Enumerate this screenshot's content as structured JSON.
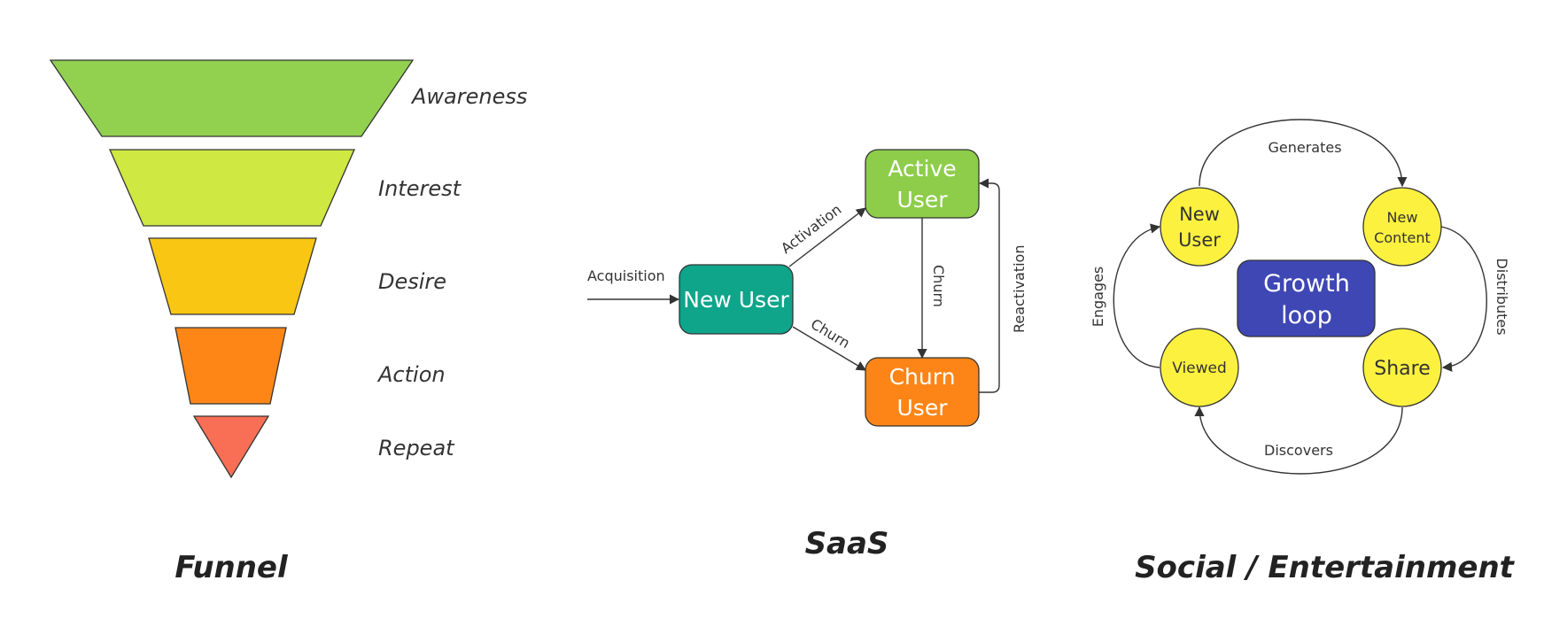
{
  "funnel": {
    "title": "Funnel",
    "stages": [
      {
        "label": "Awareness",
        "color": "#92d050"
      },
      {
        "label": "Interest",
        "color": "#cfe842"
      },
      {
        "label": "Desire",
        "color": "#f9c613"
      },
      {
        "label": "Action",
        "color": "#fd8617"
      },
      {
        "label": "Repeat",
        "color": "#f96f55"
      }
    ]
  },
  "saas": {
    "title": "SaaS",
    "nodes": {
      "new_user": {
        "label": "New User",
        "color": "#0ea58a"
      },
      "active_user": {
        "line1": "Active",
        "line2": "User",
        "color": "#8dcd4a"
      },
      "churn_user": {
        "line1": "Churn",
        "line2": "User",
        "color": "#fd8517"
      }
    },
    "edges": {
      "acquisition": "Acquisition",
      "activation": "Activation",
      "churn_diag": "Churn",
      "churn_vert": "Churn",
      "reactivation": "Reactivation"
    }
  },
  "social": {
    "title": "Social / Entertainment",
    "center": {
      "line1": "Growth",
      "line2": "loop",
      "color": "#3f47b4"
    },
    "circle_color": "#fdf13f",
    "nodes": {
      "new_user": {
        "line1": "New",
        "line2": "User"
      },
      "new_content": {
        "line1": "New",
        "line2": "Content"
      },
      "share": {
        "label": "Share"
      },
      "viewed": {
        "label": "Viewed"
      }
    },
    "edges": {
      "generates": "Generates",
      "distributes": "Distributes",
      "discovers": "Discovers",
      "engages": "Engages"
    }
  }
}
